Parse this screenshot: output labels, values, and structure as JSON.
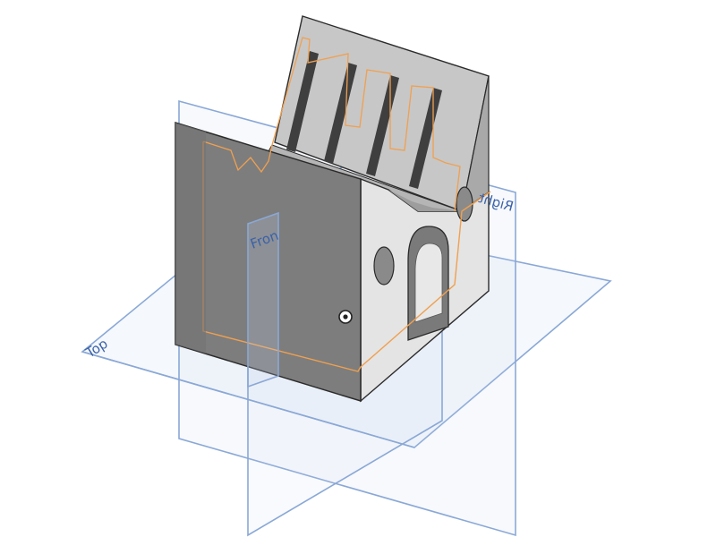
{
  "viewport": {
    "planes": {
      "top": {
        "label": "Top"
      },
      "front": {
        "label": "Fron"
      },
      "right": {
        "label": "Right"
      }
    }
  },
  "colors": {
    "plane_stroke": "#8aa8d6",
    "plane_fill": "#c9d8f0",
    "plane_label": "#3a62a8",
    "model_front_face": "#7d7d7d",
    "model_side_face": "#e4e4e4",
    "model_roof": "#c7c7c7",
    "model_edge": "#2b2b2b",
    "sketch_outline": "#f0a050"
  },
  "icons": {
    "origin_point": "origin-point-icon"
  }
}
